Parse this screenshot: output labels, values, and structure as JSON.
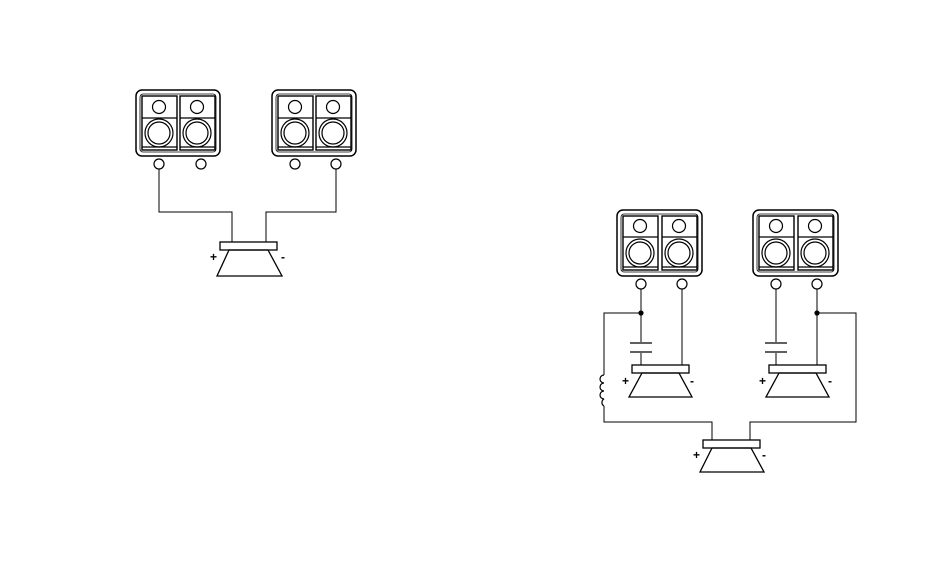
{
  "diagram_left": {
    "amplifiers": [
      {
        "id": "amp-1",
        "channels": 2
      },
      {
        "id": "amp-2",
        "channels": 2
      }
    ],
    "speaker": {
      "plus_label": "+",
      "minus_label": "-"
    }
  },
  "diagram_right": {
    "amplifiers": [
      {
        "id": "amp-3",
        "channels": 2
      },
      {
        "id": "amp-4",
        "channels": 2
      }
    ],
    "speakers": [
      {
        "id": "speaker-left",
        "plus_label": "+",
        "minus_label": "-"
      },
      {
        "id": "speaker-right",
        "plus_label": "+",
        "minus_label": "-"
      },
      {
        "id": "speaker-bottom",
        "plus_label": "+",
        "minus_label": "-"
      }
    ],
    "components": [
      "capacitor",
      "capacitor",
      "inductor"
    ]
  },
  "colors": {
    "line": "#000000",
    "background": "#ffffff"
  }
}
